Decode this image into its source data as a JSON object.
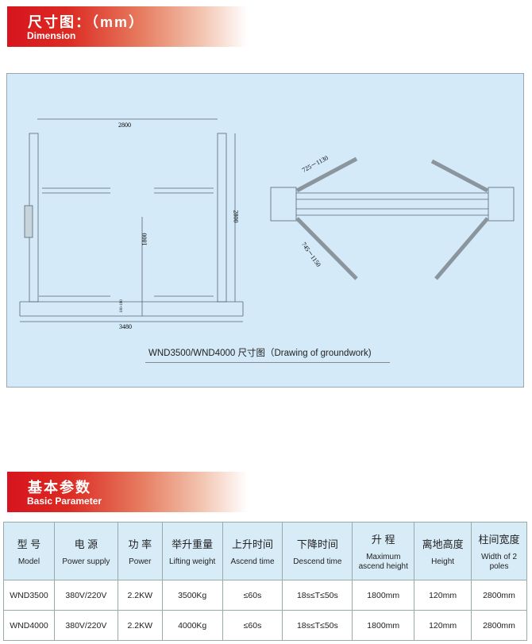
{
  "dimension_header": {
    "title_zh": "尺寸图：（mm）",
    "title_en": "Dimension"
  },
  "drawing": {
    "caption": "WND3500/WND4000 尺寸图（Drawing of groundwork)",
    "dims": {
      "width_poles": "2800",
      "height": "2800",
      "lift": "1800",
      "overall": "3480",
      "min_height": "100-180",
      "arm_short": "725－1130",
      "arm_long": "745－1150"
    }
  },
  "parameter_header": {
    "title_zh": "基本参数",
    "title_en": "Basic Parameter"
  },
  "table": {
    "headers": [
      {
        "zh": "型 号",
        "en": "Model"
      },
      {
        "zh": "电 源",
        "en": "Power supply"
      },
      {
        "zh": "功 率",
        "en": "Power"
      },
      {
        "zh": "举升重量",
        "en": "Lifting weight"
      },
      {
        "zh": "上升时间",
        "en": "Ascend time"
      },
      {
        "zh": "下降时间",
        "en": "Descend time"
      },
      {
        "zh": "升 程",
        "en": "Maximum ascend height"
      },
      {
        "zh": "离地高度",
        "en": "Height"
      },
      {
        "zh": "柱间宽度",
        "en": "Width of 2 poles"
      }
    ],
    "rows": [
      [
        "WND3500",
        "380V/220V",
        "2.2KW",
        "3500Kg",
        "≤60s",
        "18s≤T≤50s",
        "1800mm",
        "120mm",
        "2800mm"
      ],
      [
        "WND4000",
        "380V/220V",
        "2.2KW",
        "4000Kg",
        "≤60s",
        "18s≤T≤50s",
        "1800mm",
        "120mm",
        "2800mm"
      ]
    ]
  }
}
